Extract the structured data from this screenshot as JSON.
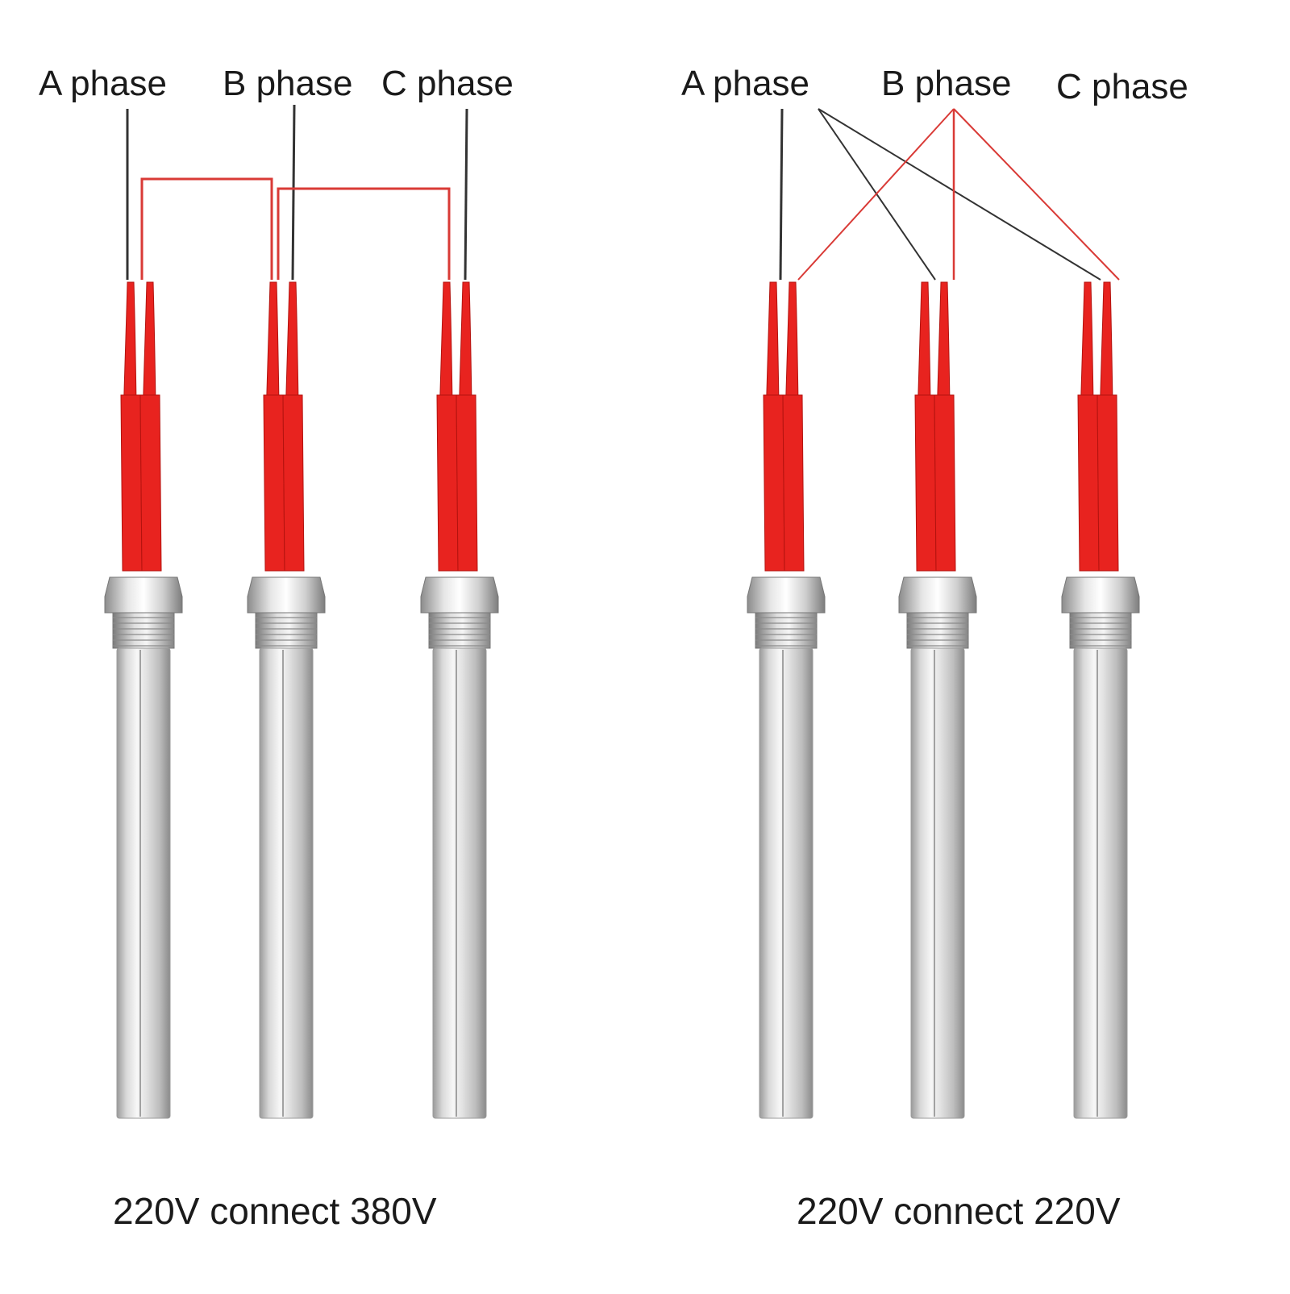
{
  "diagrams": [
    {
      "caption": "220V connect 380V",
      "phase_labels": [
        "A phase",
        "B phase",
        "C phase"
      ],
      "heater_count": 3
    },
    {
      "caption": "220V connect 220V",
      "phase_labels": [
        "A phase",
        "B phase",
        "C phase"
      ],
      "heater_count": 3
    }
  ],
  "colors": {
    "lead_wire": "#e8231f",
    "lead_wire_dark": "#b3130f",
    "link_wire": "#d93a36",
    "phase_wire": "#333333",
    "steel_light": "#f2f2f2",
    "steel_mid": "#c8c8c8",
    "steel_dark": "#8f8f8f"
  },
  "icons": [
    "cartridge-heater-icon"
  ]
}
